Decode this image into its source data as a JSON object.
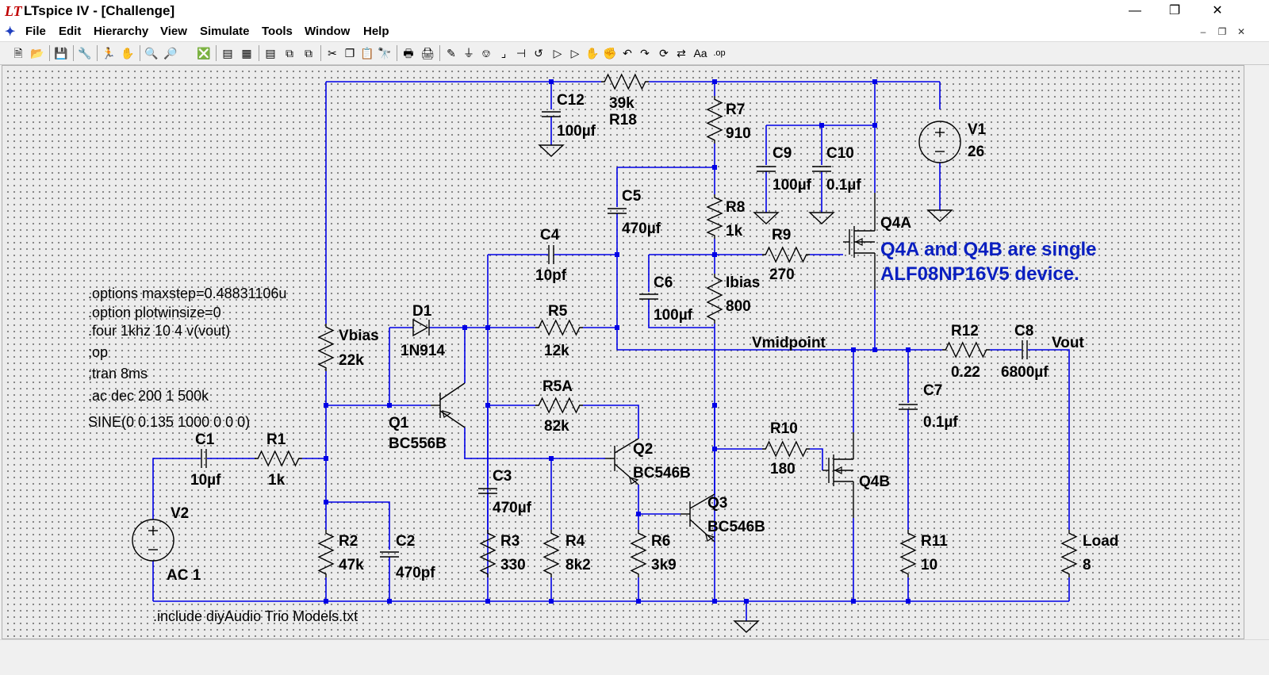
{
  "window": {
    "title": "LTspice IV - [Challenge]",
    "logo": "LT"
  },
  "menu": [
    "File",
    "Edit",
    "Hierarchy",
    "View",
    "Simulate",
    "Tools",
    "Window",
    "Help"
  ],
  "toolbar": {
    "icons": [
      "new-schematic-icon",
      "open-icon",
      "save-icon",
      "control-panel-icon",
      "run-icon",
      "zoom-in-icon",
      "zoom-out-icon",
      "zoom-cancel-icon",
      "tile-icon",
      "cascade-icon",
      "window-icon",
      "cut-icon",
      "copy-icon",
      "paste-icon",
      "find-icon",
      "print-setup-icon",
      "print-icon",
      "wire-icon",
      "ground-icon",
      "label-icon",
      "resistor-icon",
      "capacitor-icon",
      "inductor-icon",
      "diode-icon",
      "component-icon",
      "move-icon",
      "drag-icon",
      "undo-icon",
      "redo-icon",
      "rotate-icon",
      "text-icon",
      "spice-directive-icon"
    ]
  },
  "directives": {
    "d1": ".options maxstep=0.48831106u",
    "d2": ".option plotwinsize=0",
    "d3": ".four 1khz 10 4 v(vout)",
    "d4": ";op",
    "d5": ";tran 8ms",
    "d6": ".ac dec 200 1 500k",
    "sine": "SINE(0 0.135 1000 0 0 0)",
    "include": ".include diyAudio Trio Models.txt"
  },
  "note": {
    "line1": "Q4A and Q4B are single",
    "line2": "ALF08NP16V5 device."
  },
  "nets": {
    "vbias": "Vbias",
    "vmid": "Vmidpoint",
    "vout": "Vout",
    "ibias": "Ibias"
  },
  "components": {
    "c12": {
      "ref": "C12",
      "val": "100µf"
    },
    "r18": {
      "ref": "R18",
      "val": "39k"
    },
    "r7": {
      "ref": "R7",
      "val": "910"
    },
    "c9": {
      "ref": "C9",
      "val": "100µf"
    },
    "c10": {
      "ref": "C10",
      "val": "0.1µf"
    },
    "v1": {
      "ref": "V1",
      "val": "26"
    },
    "c5": {
      "ref": "C5",
      "val": "470µf"
    },
    "r8": {
      "ref": "R8",
      "val": "1k"
    },
    "r9": {
      "ref": "R9",
      "val": "270"
    },
    "q4a": {
      "ref": "Q4A"
    },
    "c4": {
      "ref": "C4",
      "val": "10pf"
    },
    "c6": {
      "ref": "C6",
      "val": "100µf"
    },
    "ibias": {
      "val": "800"
    },
    "d1": {
      "ref": "D1",
      "val": "1N914"
    },
    "r5": {
      "ref": "R5",
      "val": "12k"
    },
    "r12": {
      "ref": "R12",
      "val": "0.22"
    },
    "c8": {
      "ref": "C8",
      "val": "6800µf"
    },
    "vbias": {
      "val": "22k"
    },
    "q1": {
      "ref": "Q1",
      "val": "BC556B"
    },
    "r5a": {
      "ref": "R5A",
      "val": "82k"
    },
    "c7": {
      "ref": "C7",
      "val": "0.1µf"
    },
    "c1": {
      "ref": "C1",
      "val": "10µf"
    },
    "r1": {
      "ref": "R1",
      "val": "1k"
    },
    "q2": {
      "ref": "Q2",
      "val": "BC546B"
    },
    "r10": {
      "ref": "R10",
      "val": "180"
    },
    "q4b": {
      "ref": "Q4B"
    },
    "v2": {
      "ref": "V2",
      "val": "AC 1"
    },
    "c3": {
      "ref": "C3",
      "val": "470µf"
    },
    "q3": {
      "ref": "Q3",
      "val": "BC546B"
    },
    "r2": {
      "ref": "R2",
      "val": "47k"
    },
    "c2": {
      "ref": "C2",
      "val": "470pf"
    },
    "r3": {
      "ref": "R3",
      "val": "330"
    },
    "r4": {
      "ref": "R4",
      "val": "8k2"
    },
    "r6": {
      "ref": "R6",
      "val": "3k9"
    },
    "r11": {
      "ref": "R11",
      "val": "10"
    },
    "load": {
      "ref": "Load",
      "val": "8"
    }
  },
  "colors": {
    "wire": "#0000e6",
    "note": "#0a1fc0",
    "grid": "#7c7c7c"
  }
}
